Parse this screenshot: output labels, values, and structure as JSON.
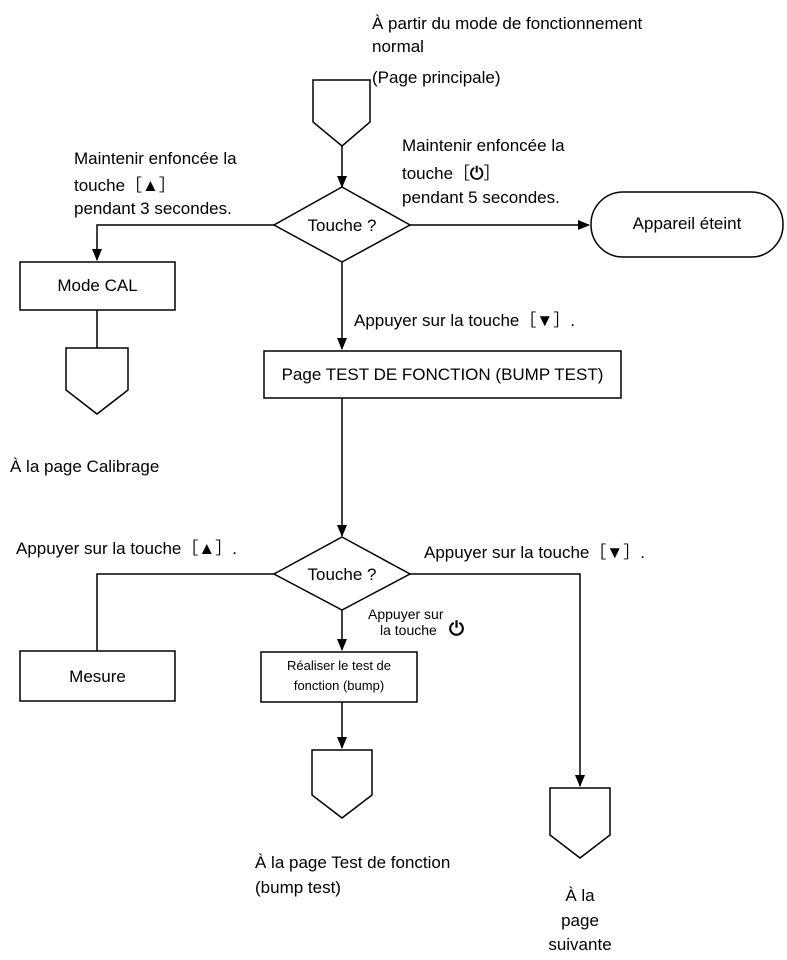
{
  "start": {
    "line1": "À partir du mode de fonctionnement",
    "line2": "normal",
    "line3": "(Page principale)"
  },
  "decision1": {
    "label": "Touche ?",
    "left_line1": "Maintenir enfoncée la",
    "left_line2_prefix": "touche［",
    "left_line2_key": "▲",
    "left_line2_suffix": "］",
    "left_line3": "pendant 3 secondes.",
    "right_line1": "Maintenir enfoncée la",
    "right_line2_prefix": "touche［",
    "right_line2_key": "⏻",
    "right_line2_suffix": "］",
    "right_line3": "pendant 5 secondes.",
    "down_prefix": "Appuyer sur la touche［",
    "down_key": "▼",
    "down_suffix": "］."
  },
  "terminal_off": "Appareil éteint",
  "mode_cal": "Mode CAL",
  "to_calibration": "À la page Calibrage",
  "bump_page": "Page TEST DE FONCTION (BUMP TEST)",
  "decision2": {
    "label": "Touche ?",
    "left_prefix": "Appuyer sur la touche［",
    "left_key": "▲",
    "left_suffix": "］.",
    "right_prefix": "Appuyer sur la touche［",
    "right_key": "▼",
    "right_suffix": "］.",
    "down_line1": "Appuyer sur",
    "down_line2": "la touche",
    "down_key": "⏻"
  },
  "mesure": "Mesure",
  "bump_action_line1": "Réaliser le test de",
  "bump_action_line2": "fonction (bump)",
  "to_bump_line1": "À la page Test de fonction",
  "to_bump_line2": "(bump test)",
  "to_next_line1": "À la",
  "to_next_line2": "page",
  "to_next_line3": "suivante"
}
